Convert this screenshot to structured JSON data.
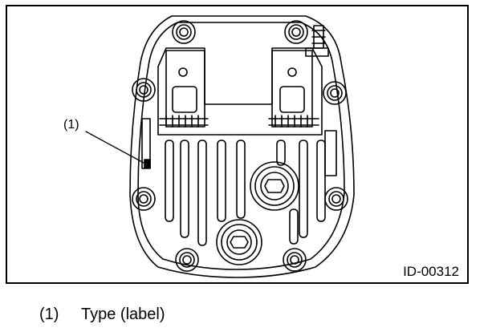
{
  "figure": {
    "callout_label": "(1)",
    "figure_id": "ID-00312",
    "line_color": "#000000",
    "background_color": "#ffffff"
  },
  "legend": {
    "items": [
      {
        "number": "(1)",
        "text": "Type (label)"
      }
    ]
  }
}
